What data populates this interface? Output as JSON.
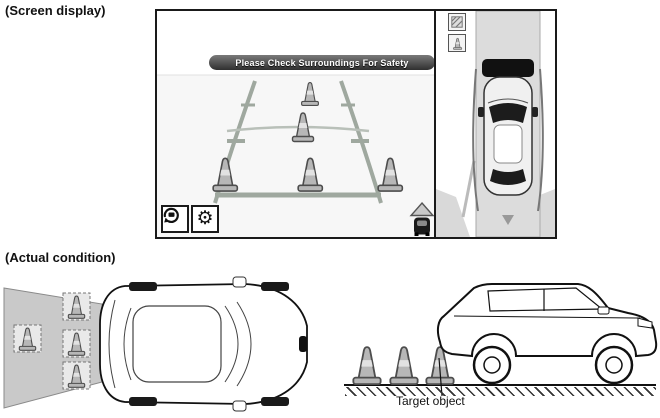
{
  "labels": {
    "screen_display": "(Screen display)",
    "actual_condition": "(Actual condition)",
    "target_object": "Target object"
  },
  "screen": {
    "warning_banner": "Please Check Surroundings For Safety",
    "buttons": {
      "view_switch": {
        "icon": "view-switch-icon"
      },
      "settings": {
        "icon": "gear-icon",
        "glyph": "⚙"
      }
    },
    "indicators": {
      "obstacle": {
        "icon": "striped-obstacle-icon"
      },
      "cone": {
        "icon": "traffic-cone-icon"
      }
    },
    "rear_sensor_indicator": {
      "icon": "vehicle-rear-sensor-icon"
    }
  },
  "colors": {
    "banner_bg": "#3f3f3f",
    "banner_text": "#ffffff",
    "cone_fill": "#b7b7b7",
    "detection_zone_fill": "#c9c9c9",
    "overlay_band": "#111111",
    "screen_border": "#1a1a1a"
  }
}
